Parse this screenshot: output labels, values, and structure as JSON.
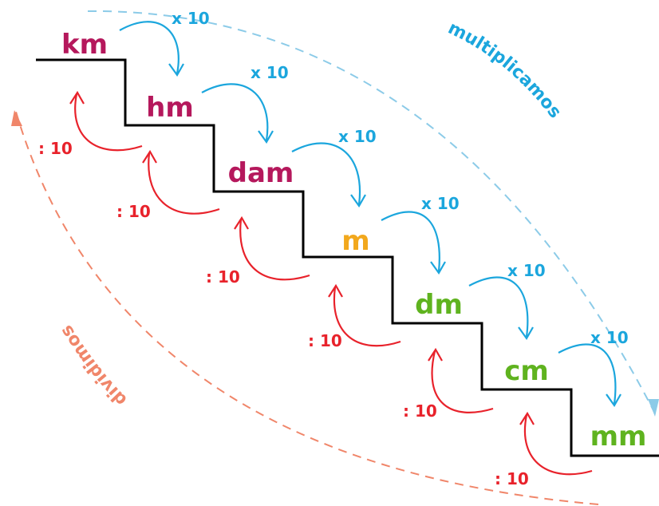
{
  "units": [
    {
      "label": "km",
      "color": "#b5185c"
    },
    {
      "label": "hm",
      "color": "#b5185c"
    },
    {
      "label": "dam",
      "color": "#b5185c"
    },
    {
      "label": "m",
      "color": "#f2a81d"
    },
    {
      "label": "dm",
      "color": "#5fb31f"
    },
    {
      "label": "cm",
      "color": "#5fb31f"
    },
    {
      "label": "mm",
      "color": "#5fb31f"
    }
  ],
  "multiply_label": "x 10",
  "divide_label": ": 10",
  "multiply_text": "multiplicamos",
  "divide_text": "dividimos",
  "colors": {
    "multiply": "#1ba6dd",
    "divide": "#e8222b",
    "multiply_curve": "#8ccbe8",
    "divide_curve": "#f0866a",
    "stairs": "#000000"
  }
}
